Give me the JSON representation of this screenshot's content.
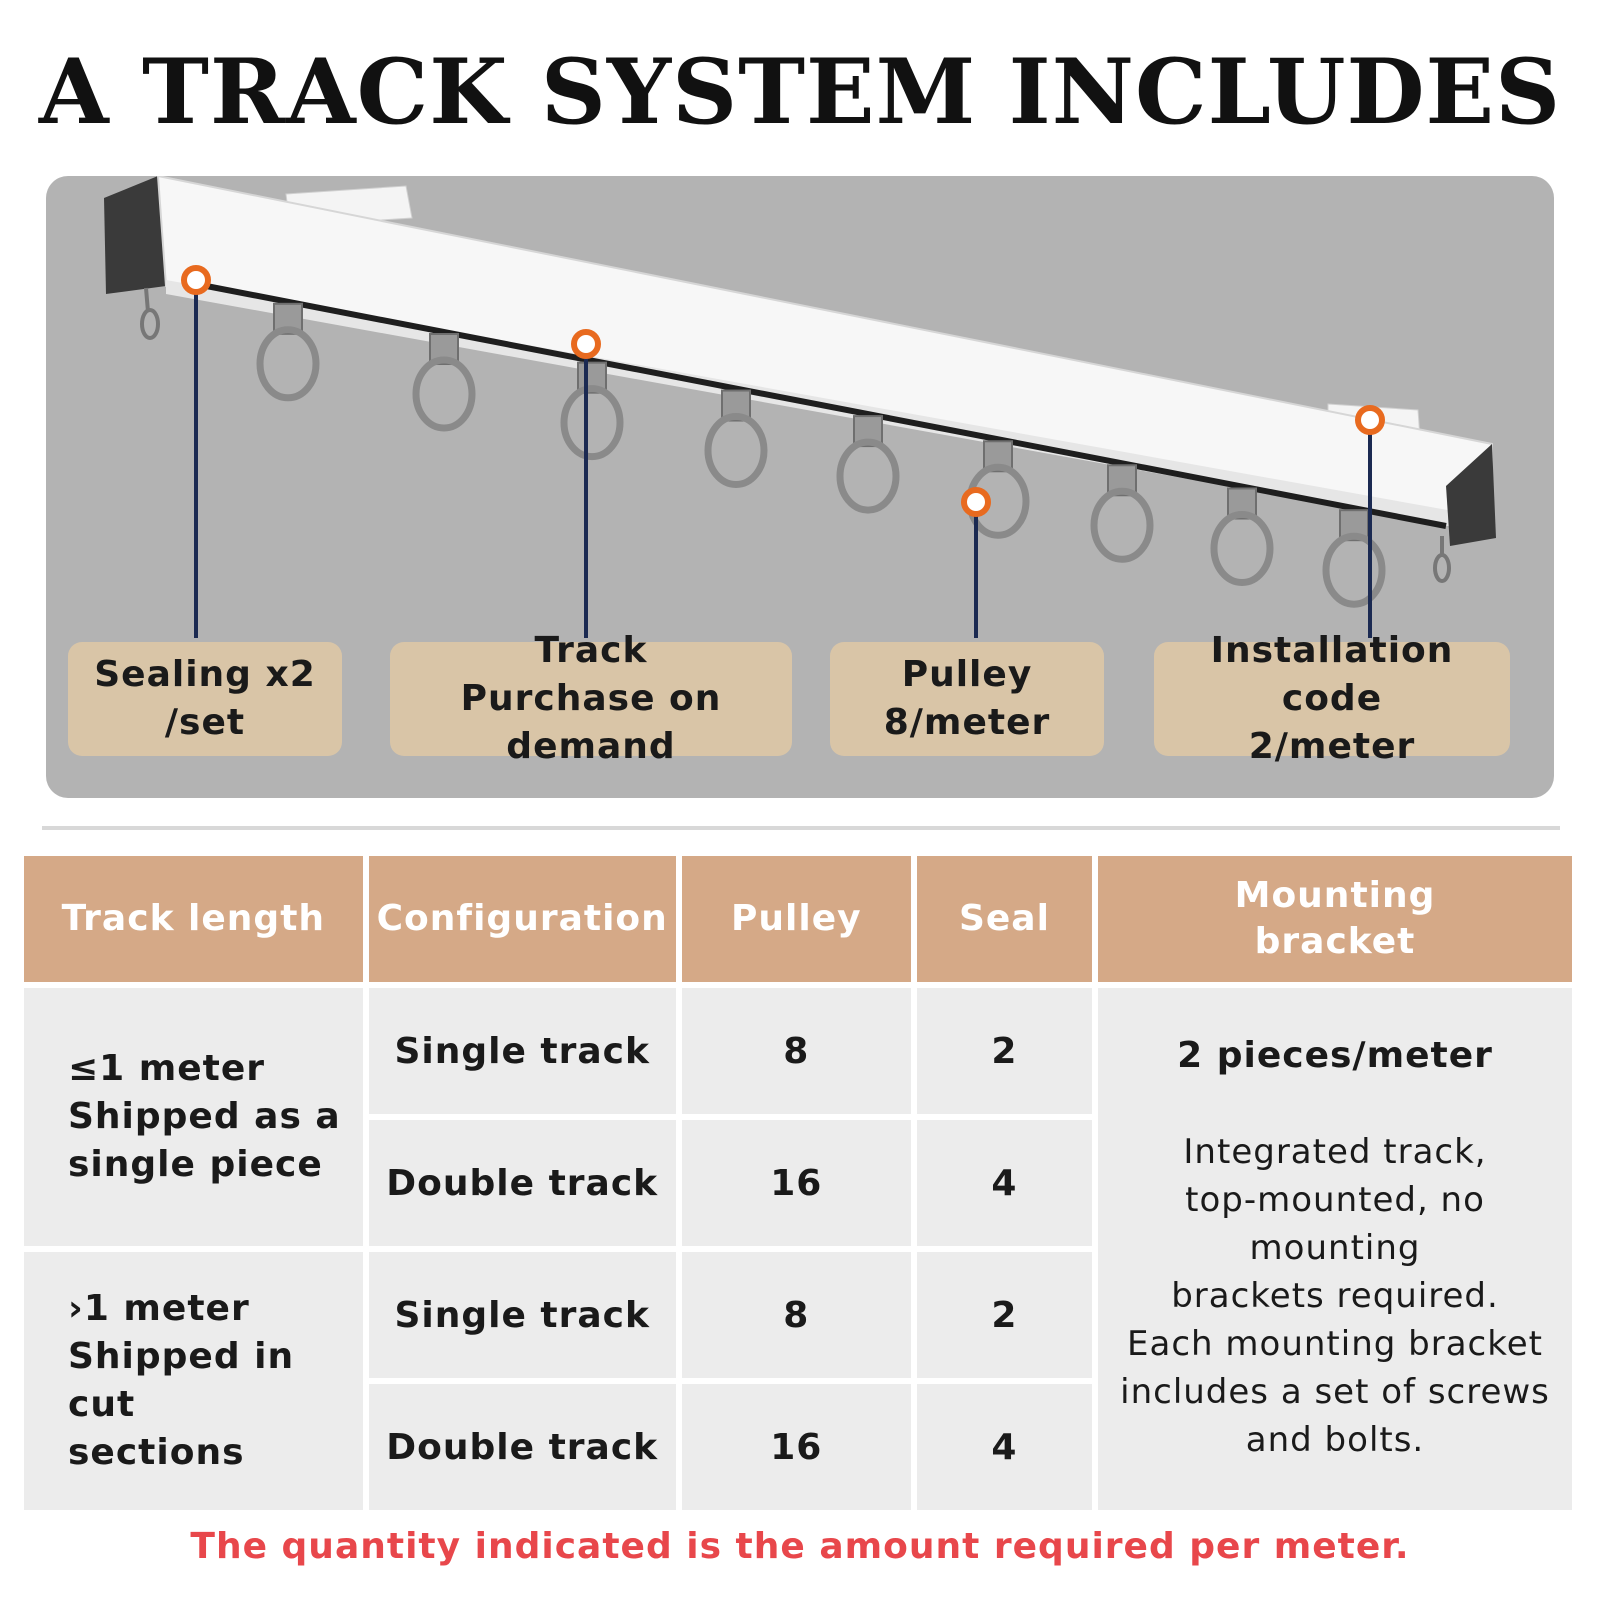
{
  "title": "A TRACK SYSTEM INCLUDES",
  "callouts": [
    {
      "line1": "Sealing x2",
      "line2": "/set"
    },
    {
      "line1": "Track",
      "line2": "Purchase on demand"
    },
    {
      "line1": "Pulley",
      "line2": "8/meter"
    },
    {
      "line1": "Installation code",
      "line2": "2/meter"
    }
  ],
  "table": {
    "headers": {
      "track_length": "Track length",
      "configuration": "Configuration",
      "pulley": "Pulley",
      "seal": "Seal",
      "mounting_line1": "Mounting",
      "mounting_line2": "bracket"
    },
    "groups": [
      {
        "length_line1": "≤1 meter",
        "length_line2": "Shipped as a",
        "length_line3": "single piece",
        "rows": [
          {
            "config": "Single track",
            "pulley": "8",
            "seal": "2"
          },
          {
            "config": "Double track",
            "pulley": "16",
            "seal": "4"
          }
        ]
      },
      {
        "length_line1": "›1 meter",
        "length_line2": "Shipped in cut",
        "length_line3": "sections",
        "rows": [
          {
            "config": "Single track",
            "pulley": "8",
            "seal": "2"
          },
          {
            "config": "Double track",
            "pulley": "16",
            "seal": "4"
          }
        ]
      }
    ],
    "mounting": {
      "main": "2 pieces/meter",
      "desc_lines": [
        "Integrated track,",
        "top-mounted, no mounting",
        "brackets required.",
        "Each mounting bracket",
        "includes a set of screws",
        "and bolts."
      ]
    }
  },
  "note": "The quantity indicated is the amount required per meter.",
  "colors": {
    "header_bg": "#d5a987",
    "callout_bg": "#d9c5a7",
    "panel_bg": "#b3b3b3",
    "note_text": "#e8474b",
    "marker": "#e86a1f"
  }
}
